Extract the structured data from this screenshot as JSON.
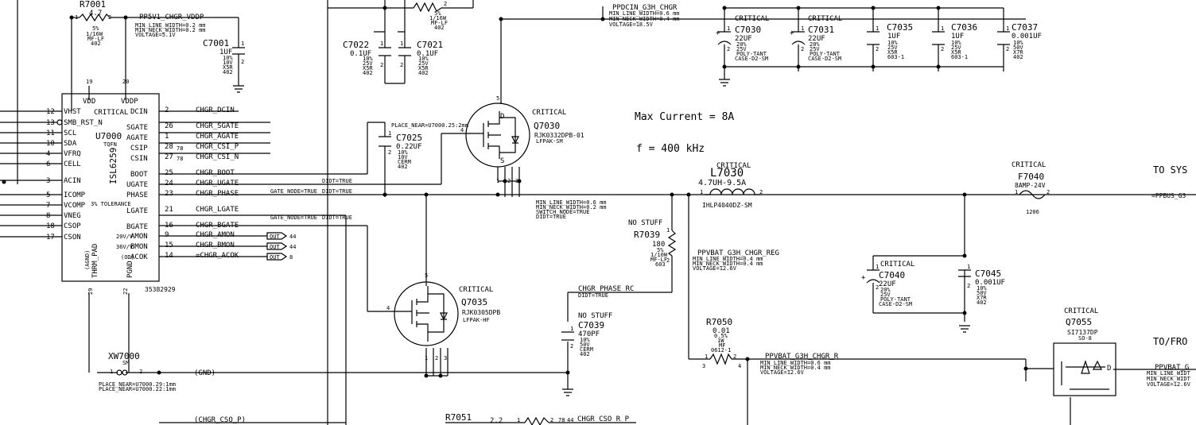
{
  "r7001": {
    "ref": "R7001",
    "value": "4.7",
    "p1": "1",
    "p2": "2",
    "tol": "5%",
    "pwr": "1/16W",
    "pkg": "MF-LF",
    "size": "402"
  },
  "net_pp5v1": {
    "name": "PP5V1_CHGR_VDDP",
    "l1": "MIN_LINE_WIDTH=0.2 mm",
    "l2": "MIN_NECK_WIDTH=0.2 mm",
    "l3": "VOLTAGE=5.1V"
  },
  "c7001": {
    "ref": "C7001",
    "value": "1UF",
    "a": "10%",
    "b": "10V",
    "c": "X5R",
    "d": "402",
    "p1": "1",
    "p2": "2"
  },
  "c7022": {
    "ref": "C7022",
    "value": "0.1UF",
    "a": "10%",
    "b": "25V",
    "c": "X5R",
    "d": "402",
    "p1": "1",
    "p2": "2"
  },
  "c7021": {
    "ref": "C7021",
    "value": "0.1UF",
    "a": "10%",
    "b": "25V",
    "c": "X5R",
    "d": "402",
    "p1": "1",
    "p2": "2"
  },
  "r_top": {
    "tol": "5%",
    "pwr": "1/16W",
    "pkg": "MF-LF",
    "size": "402",
    "p2": "2"
  },
  "net_ppdcin": {
    "name": "PPDCIN_G3H_CHGR",
    "l1": "MIN_LINE_WIDTH=0.6 mm",
    "l2": "MIN_NECK_WIDTH=0.4 mm",
    "l3": "VOLTAGE=18.5V"
  },
  "c7030": {
    "crit": "CRITICAL",
    "ref": "C7030",
    "value": "22UF",
    "a": "20%",
    "b": "25V",
    "c": "POLY-TANT",
    "d": "CASE-D2-SM",
    "p1": "1",
    "p2": "2",
    "plus": "+"
  },
  "c7031": {
    "crit": "CRITICAL",
    "ref": "C7031",
    "value": "22UF",
    "a": "20%",
    "b": "25V",
    "c": "POLY-TANT",
    "d": "CASE-D2-SM",
    "p1": "1",
    "p2": "2",
    "plus": "+"
  },
  "c7035": {
    "ref": "C7035",
    "value": "1UF",
    "a": "10%",
    "b": "25V",
    "c": "X5R",
    "d": "603-1",
    "p1": "1",
    "p2": "2"
  },
  "c7036": {
    "ref": "C7036",
    "value": "1UF",
    "a": "10%",
    "b": "25V",
    "c": "X5R",
    "d": "603-1",
    "p1": "1",
    "p2": "2"
  },
  "c7037": {
    "ref": "C7037",
    "value": "0.001UF",
    "a": "10%",
    "b": "50V",
    "c": "X7R",
    "d": "402",
    "p1": "1",
    "p2": "2"
  },
  "u7000": {
    "pin19": "19",
    "pin20": "20",
    "vdd": "VDD",
    "vddp": "VDDP",
    "crit": "CRITICAL",
    "ref": "U7000",
    "pkg": "TQFN",
    "part": "ISL6259",
    "tol": "3% TOLERANCE",
    "partnum": "35382929",
    "left": [
      {
        "num": "12",
        "name": "VHST"
      },
      {
        "num": "13",
        "name": "SMB_RST_N"
      },
      {
        "num": "11",
        "name": "SCL"
      },
      {
        "num": "10",
        "name": "SDA"
      },
      {
        "num": "4",
        "name": "VFRQ"
      },
      {
        "num": "6",
        "name": "CELL"
      },
      {
        "num": "3",
        "name": "ACIN"
      },
      {
        "num": "5",
        "name": "ICOMP"
      },
      {
        "num": "7",
        "name": "VCOMP"
      },
      {
        "num": "8",
        "name": "VNEG"
      },
      {
        "num": "18",
        "name": "CSOP"
      },
      {
        "num": "17",
        "name": "CSON"
      }
    ],
    "right": [
      {
        "name": "DCIN",
        "num": "2",
        "net": "CHGR_DCIN"
      },
      {
        "name": "SGATE",
        "num": "26",
        "net": "CHGR_SGATE"
      },
      {
        "name": "AGATE",
        "num": "1",
        "net": "CHGR_AGATE"
      },
      {
        "name": "CSIP",
        "num": "28",
        "net": "CHGR_CSI_P"
      },
      {
        "name": "CSIN",
        "num": "27",
        "net": "CHGR_CSI_N"
      },
      {
        "name": "BOOT",
        "num": "25",
        "net": "CHGR_BOOT"
      },
      {
        "name": "UGATE",
        "num": "24",
        "net": "CHGR_UGATE"
      },
      {
        "name": "PHASE",
        "num": "23",
        "net": "CHGR_PHASE"
      },
      {
        "name": "LGATE",
        "num": "21",
        "net": "CHGR_LGATE"
      },
      {
        "name": "BGATE",
        "num": "16",
        "net": "CHGR_BGATE"
      },
      {
        "name": "AMON",
        "num": "9",
        "net": "CHGR_AMON"
      },
      {
        "name": "BMON",
        "num": "15",
        "net": "CHGR_BMON"
      },
      {
        "name": "ACOK",
        "num": "14",
        "net": "=CHGR_ACOK"
      }
    ],
    "s78a": "78",
    "s78b": "78",
    "v20": "20V/V",
    "v36": "36V/V",
    "od": "(OD)",
    "agnd": "(AGND)",
    "thrm": "THRM_PAD",
    "pgnd": "PGND",
    "pin29": "29",
    "pin22": "22"
  },
  "outs": [
    {
      "label": "OUT",
      "ref": "44"
    },
    {
      "label": "OUT",
      "ref": "44"
    },
    {
      "label": "OUT",
      "ref": "8"
    }
  ],
  "net_props": {
    "didt": "DIDT=TRUE",
    "gate": "GATE_NODE=TRUE",
    "didt2": "DIDT=TRUE",
    "gate2": "GATE_NODE=TRUE",
    "didt3": "DIDT=TRUE"
  },
  "c7025": {
    "note": "PLACE_NEAR=U7000.25:2mm",
    "ref": "C7025",
    "value": "0.22UF",
    "a": "10%",
    "b": "10V",
    "c": "CERM",
    "d": "402",
    "p1": "1",
    "p2": "2"
  },
  "q7030": {
    "crit": "CRITICAL",
    "ref": "Q7030",
    "part": "RJK0332DPB-01",
    "pkg": "LFPAK-SM",
    "d": "D",
    "s": "S",
    "p5": "5",
    "p4": "4",
    "p1": "1",
    "p2": "2",
    "p3": "3"
  },
  "notes": {
    "max": "Max Current = 8A",
    "freq": "f = 400 kHz"
  },
  "l7030": {
    "crit": "CRITICAL",
    "ref": "L7030",
    "value": "4.7UH-9.5A",
    "part": "IHLP4040DZ-SM",
    "p1": "1",
    "p2": "2"
  },
  "net_phase": {
    "l1": "MIN_LINE_WIDTH=0.6 mm",
    "l2": "MIN_NECK_WIDTH=0.2 mm",
    "l3": "SWITCH_NODE=TRUE",
    "l4": "DIDT=TRUE"
  },
  "f7040": {
    "crit": "CRITICAL",
    "ref": "F7040",
    "value": "8AMP-24V",
    "pkg": "1206",
    "p1": "1",
    "p2": "2"
  },
  "to_sys": "TO SYS",
  "net_ppbus": "=PPBUS_G3",
  "r7039": {
    "ns": "NO STUFF",
    "ref": "R7039",
    "value": "180",
    "a": "5%",
    "b": "1/10W",
    "c": "MF-LF",
    "d": "603",
    "p1": "1",
    "p2": "2"
  },
  "net_ppvbat_reg": {
    "name": "PPVBAT_G3H_CHGR_REG",
    "l1": "MIN_LINE_WIDTH=0.4 mm",
    "l2": "MIN_NECK_WIDTH=0.4 mm",
    "l3": "VOLTAGE=12.6V"
  },
  "c7040": {
    "crit": "CRITICAL",
    "ref": "C7040",
    "value": "22UF",
    "a": "20%",
    "b": "25V",
    "c": "POLY-TANT",
    "d": "CASE-D2-SM",
    "p1": "1",
    "p2": "2",
    "plus": "+"
  },
  "c7045": {
    "ref": "C7045",
    "value": "0.001UF",
    "a": "10%",
    "b": "50V",
    "c": "X7R",
    "d": "402",
    "p1": "1",
    "p2": "2"
  },
  "q7035": {
    "crit": "CRITICAL",
    "ref": "Q7035",
    "part": "RJK0305DPB",
    "pkg": "LFPAK-HF",
    "p5": "5",
    "p4": "4",
    "p1": "1",
    "p2": "2",
    "p3": "3"
  },
  "net_phase_rc": {
    "name": "CHGR_PHASE_RC",
    "l1": "DIDT=TRUE"
  },
  "c7039": {
    "ns": "NO STUFF",
    "ref": "C7039",
    "value": "470PF",
    "a": "10%",
    "b": "50V",
    "c": "CERM",
    "d": "402",
    "p1": "1",
    "p2": "2"
  },
  "r7050": {
    "ref": "R7050",
    "value": "0.01",
    "a": "0.5%",
    "b": "1W",
    "c": "MF",
    "d": "0612-1",
    "p1": "1",
    "p2": "2",
    "p3": "3",
    "p4": "4"
  },
  "net_ppvbat_r": {
    "name": "PPVBAT_G3H_CHGR_R",
    "l1": "MIN_LINE_WIDTH=0.6 mm",
    "l2": "MIN_NECK_WIDTH=0.4 mm",
    "l3": "VOLTAGE=12.6V"
  },
  "q7055": {
    "crit": "CRITICAL",
    "ref": "Q7055",
    "part": "SI7137DP",
    "pkg": "SO-8",
    "d": "D"
  },
  "to_fro": "TO/FRO",
  "net_ppvbat_g": {
    "name": "PPVBAT_G",
    "l1": "MIN_LINE_WIDT",
    "l2": "MIN_NECK_WIDT",
    "l3": "VOLTAGE=12.6V"
  },
  "xw7000": {
    "ref": "XW7000",
    "pkg": "SM",
    "p1": "1",
    "p2": "2",
    "n1": "PLACE_NEAR=U7000.29:1mm",
    "n2": "PLACE_NEAR=U7000.22:1mm"
  },
  "gnd": "(GND)",
  "chgr_cso_p": "(CHGR_CSO_P)",
  "r7051": {
    "ref": "R7051",
    "value": "2.2",
    "p1": "1",
    "p2": "2",
    "s78": "78",
    "s44": "44",
    "net": "CHGR_CSO_R_P"
  }
}
